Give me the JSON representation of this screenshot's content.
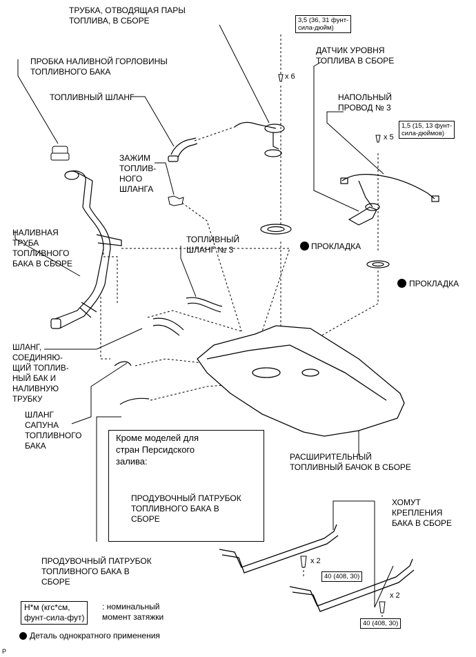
{
  "labels": {
    "vapor_tube": "ТРУБКА, ОТВОДЯЩАЯ ПАРЫ\nТОПЛИВА, В СБОРЕ",
    "filler_cap": "ПРОБКА НАЛИВНОЙ ГОРЛОВИНЫ\nТОПЛИВНОГО БАКА",
    "fuel_hose": "ТОПЛИВНЫЙ ШЛАНГ",
    "hose_clamp": "ЗАЖИМ\nТОПЛИВ-\nНОГО\nШЛАНГА",
    "filler_pipe": "НАЛИВНАЯ\nТРУБА\nТОПЛИВНОГО\nБАКА В СБОРЕ",
    "fuel_hose_3": "ТОПЛИВНЫЙ\nШЛАНГ № 3",
    "connecting_hose": "ШЛАНГ,\nСОЕДИНЯЮ-\nЩИЙ ТОПЛИВ-\nНЫЙ БАК И\nНАЛИВНУЮ\nТРУБКУ",
    "breather_hose": "ШЛАНГ\nСАПУНА\nТОПЛИВНОГО\nБАКА",
    "level_sensor": "ДАТЧИК УРОВНЯ\nТОПЛИВА В СБОРЕ",
    "floor_wire": "НАПОЛЬНЫЙ\nПРОВОД № 3",
    "gasket_1": "ПРОКЛАДКА",
    "gasket_2": "ПРОКЛАДКА",
    "sub_tank": "РАСШИРИТЕЛЬНЫЙ\nТОПЛИВНЫЙ БАЧОК В СБОРЕ",
    "band": "ХОМУТ\nКРЕПЛЕНИЯ\nБАКА В СБОРЕ",
    "vent_tube_inset": "ПРОДУВОЧНЫЙ ПАТРУБОК\nТОПЛИВНОГО БАКА В\nСБОРЕ",
    "vent_tube_main": "ПРОДУВОЧНЫЙ ПАТРУБОК\nТОПЛИВНОГО БАКА В\nСБОРЕ",
    "inset_title": "Кроме моделей для\nстран Персидского\nзалива:"
  },
  "torque": {
    "t1": "3,5 (36, 31 фунт-\nсила-дюйм)",
    "t2": "1,5 (15, 13 фунт-\nсила-дюймов)",
    "t3": "40 (408, 30)",
    "t4": "40 (408, 30)"
  },
  "qty": {
    "q6": "x 6",
    "q5": "x 5",
    "q2a": "x 2",
    "q2b": "x 2"
  },
  "legend": {
    "unit_box": "Н*м (кгс*см,\nфунт-сила-фут)",
    "unit_desc": ": номинальный\nмомент затяжки",
    "single_use": "Деталь однократного применения"
  },
  "corner_mark": "P"
}
